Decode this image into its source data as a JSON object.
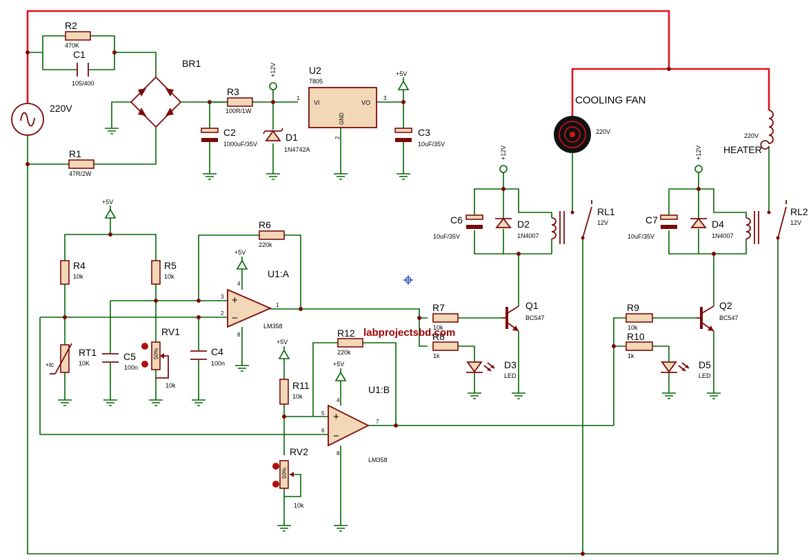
{
  "colors": {
    "wire": "#006400",
    "mains": "#e0101a",
    "component": "#7a0a0a",
    "body": "#f3d8b8",
    "brand": "#a00000"
  },
  "brand": "labprojectsbd.com",
  "source": {
    "label": "220V"
  },
  "bridge": {
    "ref": "BR1"
  },
  "loads": {
    "fan_label": "COOLING FAN",
    "fan_value": "220V",
    "heater_label": "HEATER",
    "heater_value": "220V"
  },
  "resistors": [
    {
      "ref": "R2",
      "value": "470K"
    },
    {
      "ref": "R1",
      "value": "47R/2W"
    },
    {
      "ref": "R3",
      "value": "100R/1W"
    },
    {
      "ref": "R4",
      "value": "10k"
    },
    {
      "ref": "R5",
      "value": "10k"
    },
    {
      "ref": "R6",
      "value": "220k"
    },
    {
      "ref": "R7",
      "value": "10k"
    },
    {
      "ref": "R8",
      "value": "1k"
    },
    {
      "ref": "R9",
      "value": "10k"
    },
    {
      "ref": "R10",
      "value": "1k"
    },
    {
      "ref": "R11",
      "value": "10k"
    },
    {
      "ref": "R12",
      "value": "220k"
    }
  ],
  "capacitors": [
    {
      "ref": "C1",
      "value": "105/400"
    },
    {
      "ref": "C2",
      "value": "1000uF/35V"
    },
    {
      "ref": "C3",
      "value": "10uF/35V"
    },
    {
      "ref": "C4",
      "value": "100n"
    },
    {
      "ref": "C5",
      "value": "100n"
    },
    {
      "ref": "C6",
      "value": "10uF/35V"
    },
    {
      "ref": "C7",
      "value": "10uF/35V"
    }
  ],
  "diodes": [
    {
      "ref": "D1",
      "value": "1N4742A"
    },
    {
      "ref": "D2",
      "value": "1N4007"
    },
    {
      "ref": "D4",
      "value": "1N4007"
    },
    {
      "ref": "D3",
      "value": "LED"
    },
    {
      "ref": "D5",
      "value": "LED"
    }
  ],
  "regulator": {
    "ref": "U2",
    "value": "7805",
    "vi": "VI",
    "vo": "VO",
    "gnd": "GND",
    "pin_in": "1",
    "pin_gnd": "2",
    "pin_out": "3"
  },
  "opamps": [
    {
      "ref": "U1:A",
      "value": "LM358",
      "pins": [
        "3",
        "2",
        "1",
        "4",
        "8"
      ]
    },
    {
      "ref": "U1:B",
      "value": "LM358",
      "pins": [
        "5",
        "6",
        "7",
        "4",
        "8"
      ]
    }
  ],
  "opamp_signs": {
    "plus": "+",
    "minus": "−"
  },
  "transistors": [
    {
      "ref": "Q1",
      "value": "BC547"
    },
    {
      "ref": "Q2",
      "value": "BC547"
    }
  ],
  "relays": [
    {
      "ref": "RL1",
      "value": "12V"
    },
    {
      "ref": "RL2",
      "value": "12V"
    }
  ],
  "pots": [
    {
      "ref": "RV1",
      "value": "10k",
      "pct": "50%"
    },
    {
      "ref": "RV2",
      "value": "10k",
      "pct": "50%"
    }
  ],
  "thermistor": {
    "ref": "RT1",
    "value": "10K",
    "mark": "+tc"
  },
  "rails": {
    "v12": "+12V",
    "v5": "+5V"
  }
}
